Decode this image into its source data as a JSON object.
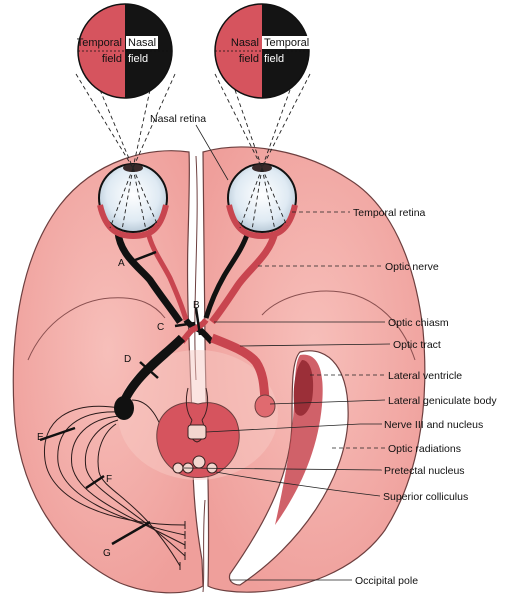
{
  "visual_fields": {
    "left": {
      "temporal_1": "Temporal",
      "temporal_2": "field",
      "nasal_1": "Nasal",
      "nasal_2": "field"
    },
    "right": {
      "nasal_1": "Nasal",
      "nasal_2": "field",
      "temporal_1": "Temporal",
      "temporal_2": "field"
    }
  },
  "labels": {
    "nasal_retina": "Nasal retina",
    "temporal_retina": "Temporal retina",
    "optic_nerve": "Optic nerve",
    "optic_chiasm": "Optic chiasm",
    "optic_tract": "Optic tract",
    "lateral_ventricle": "Lateral ventricle",
    "lateral_geniculate_body": "Lateral geniculate body",
    "nerve_iii": "Nerve III and nucleus",
    "optic_radiations": "Optic radiations",
    "pretectal_nucleus": "Pretectal nucleus",
    "superior_colliculus": "Superior colliculus",
    "occipital_pole": "Occipital pole"
  },
  "lesions": {
    "a": "A",
    "b": "B",
    "c": "C",
    "d": "D",
    "e": "E",
    "f": "F",
    "g": "G"
  },
  "colors": {
    "brain": "#f3a9a6",
    "brain_light": "#f8c9c4",
    "pathway_dark": "#111111",
    "pathway_red": "#c8454f",
    "field_dark": "#141414",
    "field_red": "#d6545e",
    "eye": "#d9e8f2"
  }
}
